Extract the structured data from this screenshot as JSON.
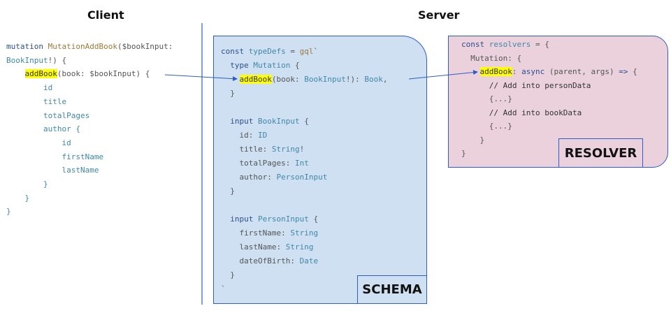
{
  "headers": {
    "client": "Client",
    "server": "Server"
  },
  "client": {
    "lines": [
      [
        {
          "t": "mutation ",
          "c": "kw"
        },
        {
          "t": "MutationAddBook",
          "c": "fn"
        },
        {
          "t": "($bookInput:",
          "c": "plain"
        }
      ],
      [
        {
          "t": "BookInput",
          "c": "typ"
        },
        {
          "t": "!) {",
          "c": "plain"
        }
      ],
      [
        {
          "t": "    ",
          "c": "plain"
        },
        {
          "t": "addBook",
          "c": "hl"
        },
        {
          "t": "(book: $bookInput) {",
          "c": "plain"
        }
      ],
      [
        {
          "t": "        id",
          "c": "typ"
        }
      ],
      [
        {
          "t": "        title",
          "c": "typ"
        }
      ],
      [
        {
          "t": "        totalPages",
          "c": "typ"
        }
      ],
      [
        {
          "t": "        author {",
          "c": "typ"
        }
      ],
      [
        {
          "t": "            id",
          "c": "typ"
        }
      ],
      [
        {
          "t": "            firstName",
          "c": "typ"
        }
      ],
      [
        {
          "t": "            lastName",
          "c": "typ"
        }
      ],
      [
        {
          "t": "        }",
          "c": "typ"
        }
      ],
      [
        {
          "t": "    }",
          "c": "typ"
        }
      ],
      [
        {
          "t": "}",
          "c": "typ"
        }
      ]
    ]
  },
  "schema": {
    "label": "SCHEMA",
    "fill": "#cfe0f2",
    "lines": [
      [
        {
          "t": "const ",
          "c": "kw"
        },
        {
          "t": "typeDefs",
          "c": "typ"
        },
        {
          "t": " = ",
          "c": "plain"
        },
        {
          "t": "gql",
          "c": "fn"
        },
        {
          "t": "`",
          "c": "plain"
        }
      ],
      [
        {
          "t": "  type ",
          "c": "kw"
        },
        {
          "t": "Mutation",
          "c": "typ"
        },
        {
          "t": " {",
          "c": "plain"
        }
      ],
      [
        {
          "t": "    ",
          "c": "plain"
        },
        {
          "t": "addBook",
          "c": "hl"
        },
        {
          "t": "(book: ",
          "c": "plain"
        },
        {
          "t": "BookInput",
          "c": "typ"
        },
        {
          "t": "!): ",
          "c": "plain"
        },
        {
          "t": "Book",
          "c": "typ"
        },
        {
          "t": ",",
          "c": "plain"
        }
      ],
      [
        {
          "t": "  }",
          "c": "plain"
        }
      ],
      [
        {
          "t": "",
          "c": "plain"
        }
      ],
      [
        {
          "t": "  input ",
          "c": "kw"
        },
        {
          "t": "BookInput",
          "c": "typ"
        },
        {
          "t": " {",
          "c": "plain"
        }
      ],
      [
        {
          "t": "    id: ",
          "c": "plain"
        },
        {
          "t": "ID",
          "c": "typ"
        }
      ],
      [
        {
          "t": "    title: ",
          "c": "plain"
        },
        {
          "t": "String",
          "c": "typ"
        },
        {
          "t": "!",
          "c": "plain"
        }
      ],
      [
        {
          "t": "    totalPages: ",
          "c": "plain"
        },
        {
          "t": "Int",
          "c": "typ"
        }
      ],
      [
        {
          "t": "    author: ",
          "c": "plain"
        },
        {
          "t": "PersonInput",
          "c": "typ"
        }
      ],
      [
        {
          "t": "  }",
          "c": "plain"
        }
      ],
      [
        {
          "t": "",
          "c": "plain"
        }
      ],
      [
        {
          "t": "  input ",
          "c": "kw"
        },
        {
          "t": "PersonInput",
          "c": "typ"
        },
        {
          "t": " {",
          "c": "plain"
        }
      ],
      [
        {
          "t": "    firstName: ",
          "c": "plain"
        },
        {
          "t": "String",
          "c": "typ"
        }
      ],
      [
        {
          "t": "    lastName: ",
          "c": "plain"
        },
        {
          "t": "String",
          "c": "typ"
        }
      ],
      [
        {
          "t": "    dateOfBirth: ",
          "c": "plain"
        },
        {
          "t": "Date",
          "c": "typ"
        }
      ],
      [
        {
          "t": "  }",
          "c": "plain"
        }
      ],
      [
        {
          "t": "`",
          "c": "plain"
        }
      ]
    ]
  },
  "resolver": {
    "label": "RESOLVER",
    "fill": "#ead1dc",
    "lines": [
      [
        {
          "t": "const ",
          "c": "kw"
        },
        {
          "t": "resolvers",
          "c": "typ"
        },
        {
          "t": " = {",
          "c": "plain"
        }
      ],
      [
        {
          "t": "  Mutation: {",
          "c": "plain"
        }
      ],
      [
        {
          "t": "    ",
          "c": "plain"
        },
        {
          "t": "addBook",
          "c": "hl"
        },
        {
          "t": ": ",
          "c": "plain"
        },
        {
          "t": "async",
          "c": "kw"
        },
        {
          "t": " (parent, args) ",
          "c": "plain"
        },
        {
          "t": "=>",
          "c": "kw"
        },
        {
          "t": " {",
          "c": "plain"
        }
      ],
      [
        {
          "t": "      // Add into personData",
          "c": "cm"
        }
      ],
      [
        {
          "t": "      {...}",
          "c": "plain"
        }
      ],
      [
        {
          "t": "      // Add into bookData",
          "c": "cm"
        }
      ],
      [
        {
          "t": "      {...}",
          "c": "plain"
        }
      ],
      [
        {
          "t": "    }",
          "c": "plain"
        }
      ],
      [
        {
          "t": "}",
          "c": "plain"
        }
      ]
    ]
  },
  "colors": {
    "border": "#2f5cc7",
    "arrow": "#2f5cc7",
    "highlight": "#ffff00",
    "divider": "#2f5cc7"
  }
}
